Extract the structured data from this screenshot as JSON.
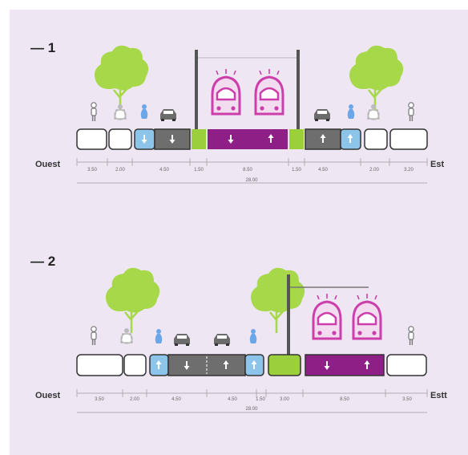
{
  "colors": {
    "background": "#efe6f4",
    "tram_lane": "#8e1f86",
    "tram_vehicle": "#d04bb5",
    "car_lane": "#6e6e6e",
    "bike_lane": "#8cc4ea",
    "green_strip": "#9ccf3c",
    "tree": "#a6d84a",
    "pole": "#555555",
    "outline": "#333333"
  },
  "section1": {
    "label": "— 1",
    "west": "Ouest",
    "east": "Est",
    "dims": [
      "3.50",
      "2.00",
      "4.50",
      "1.50",
      "8.50",
      "1.50",
      "4.50",
      "2.00",
      "3.20"
    ],
    "total": "28.00"
  },
  "section2": {
    "label": "— 2",
    "west": "Ouest",
    "east": "Estt",
    "dims": [
      "3.50",
      "2.00",
      "4.50",
      "4.50",
      "1.50",
      "3.00",
      "8.50",
      "3.50"
    ],
    "total": "28.00"
  }
}
